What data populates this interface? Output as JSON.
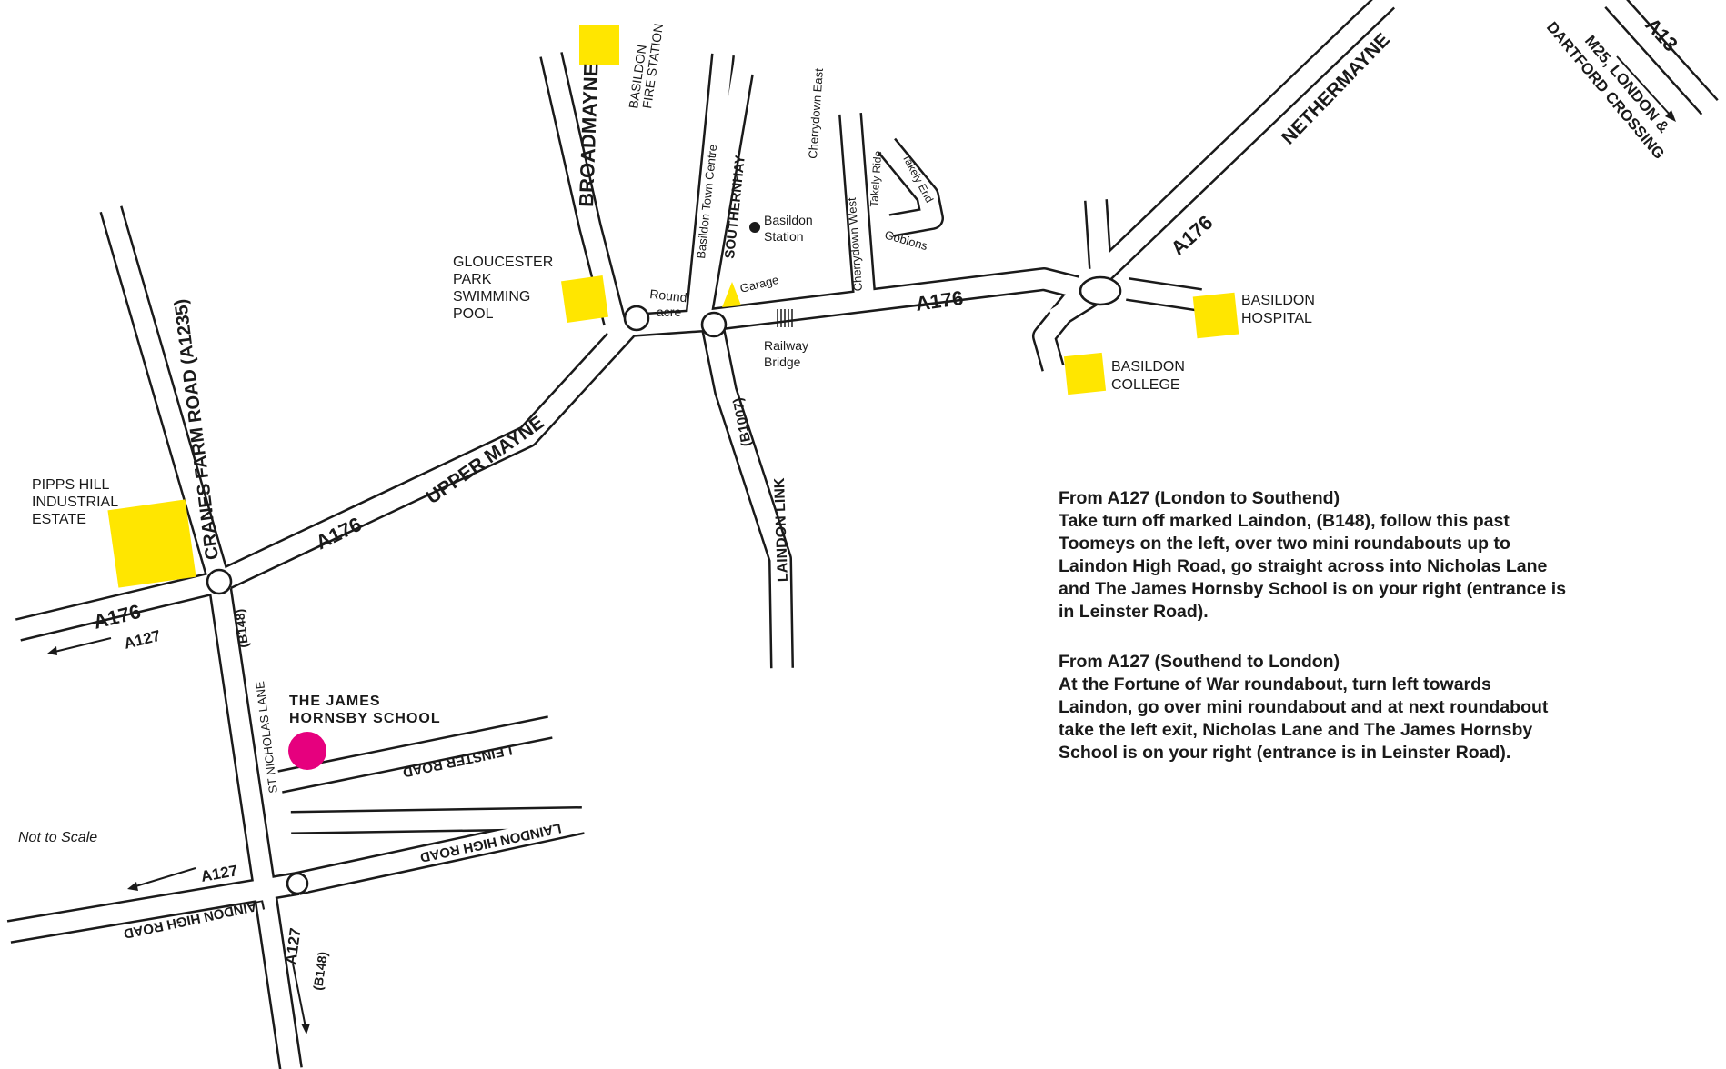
{
  "map": {
    "roads": {
      "a176": "A176",
      "upper_mayne": "UPPER MAYNE",
      "broadmayne": "BROADMAYNE",
      "southernhay": "SOUTHERNHAY",
      "basildon_town_centre": "Basildon Town Centre",
      "cherrydown_east": "Cherrydown East",
      "cherrydown_west": "Cherrydown West",
      "takely_ride": "Takely Ride",
      "takely_end": "Takely End",
      "gobions": "Gobions",
      "nethermayne": "NETHERMAYNE",
      "a13": "A13",
      "laindon_link": "LAINDON LINK",
      "b1007": "(B1007)",
      "cranes_farm_road": "CRANES FARM ROAD (A1235)",
      "a127": "A127",
      "st_nicholas_lane": "ST NICHOLAS LANE",
      "b148": "(B148)",
      "leinster_road": "LEINSTER ROAD",
      "laindon_high_road": "LAINDON HIGH ROAD"
    },
    "labels": {
      "roundacre_1": "Round",
      "roundacre_2": "acre",
      "basildon_station_1": "Basildon",
      "basildon_station_2": "Station",
      "garage": "Garage",
      "railway_bridge_1": "Railway",
      "railway_bridge_2": "Bridge",
      "m25_1": "M25, LONDON &",
      "m25_2": "DARTFORD CROSSING"
    },
    "places": {
      "fire_station_1": "BASILDON",
      "fire_station_2": "FIRE STATION",
      "gloucester_1": "GLOUCESTER",
      "gloucester_2": "PARK",
      "gloucester_3": "SWIMMING",
      "gloucester_4": "POOL",
      "hospital_1": "BASILDON",
      "hospital_2": "HOSPITAL",
      "college_1": "BASILDON",
      "college_2": "COLLEGE",
      "pipps_1": "PIPPS HILL",
      "pipps_2": "INDUSTRIAL",
      "pipps_3": "ESTATE",
      "school_1": "THE JAMES",
      "school_2": "HORNSBY SCHOOL"
    },
    "colors": {
      "poi": "#ffe600",
      "school": "#e6007e",
      "road_outline": "#1a1a1a"
    },
    "note": "Not to Scale"
  },
  "directions": [
    {
      "title": "From A127 (London to Southend)",
      "body": "Take turn off marked Laindon, (B148), follow this past Toomeys on the left, over two mini roundabouts up to Laindon High Road, go straight across into Nicholas Lane and The James Hornsby School is on your right (entrance is in Leinster Road)."
    },
    {
      "title": "From A127 (Southend to London)",
      "body": "At the Fortune of War roundabout, turn left towards Laindon, go over mini roundabout and at next roundabout take the left exit, Nicholas Lane and The James Hornsby School is on your right (entrance is in Leinster Road)."
    }
  ]
}
